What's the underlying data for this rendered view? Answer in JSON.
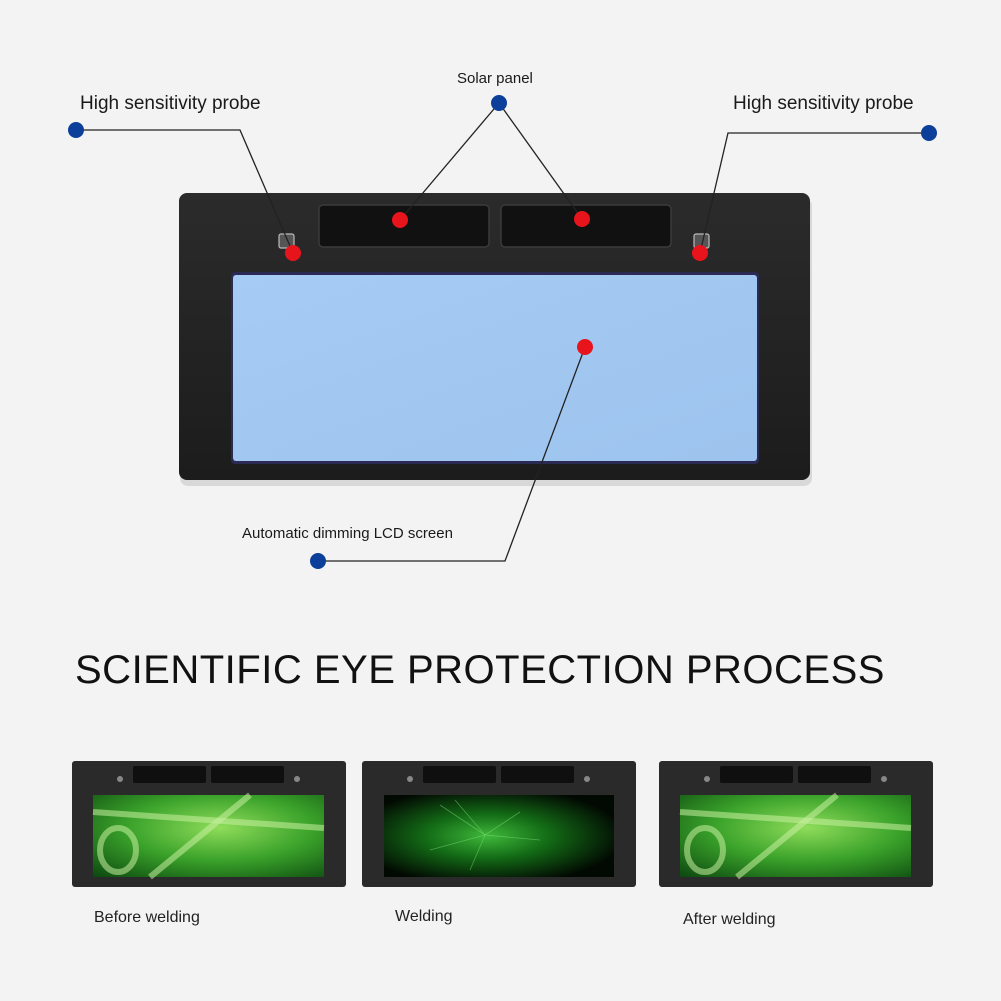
{
  "callouts": {
    "probe_left": "High sensitivity probe",
    "solar_panel": "Solar panel",
    "probe_right": "High sensitivity probe",
    "lcd_screen": "Automatic dimming LCD screen"
  },
  "heading": "SCIENTIFIC EYE PROTECTION PROCESS",
  "stages": [
    {
      "caption": "Before welding"
    },
    {
      "caption": "Welding"
    },
    {
      "caption": "After welding"
    }
  ],
  "colors": {
    "background": "#f3f3f3",
    "filter_frame": "#232323",
    "lcd_blue": "#a4c9f2",
    "marker_red": "#e8141c",
    "marker_blue": "#0b3f99",
    "welding_green": "#2e9a22"
  }
}
